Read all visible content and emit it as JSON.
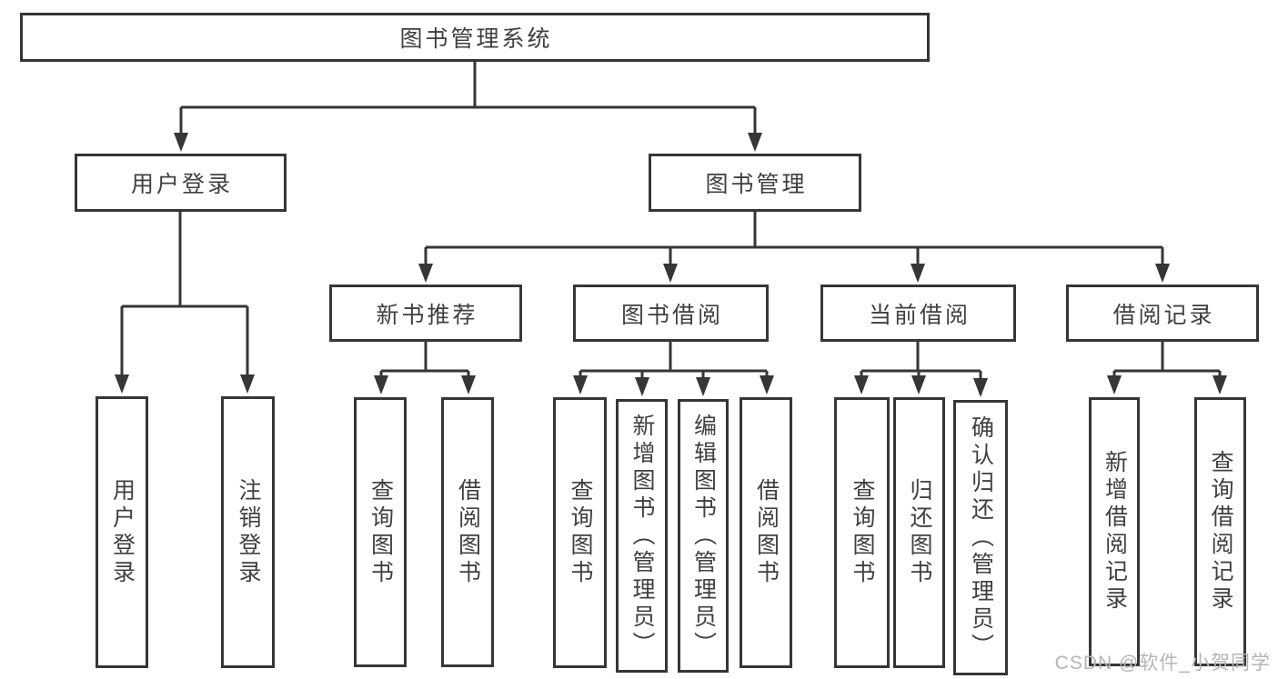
{
  "tree": {
    "root": {
      "label": "图书管理系统"
    },
    "login": {
      "label": "用户登录",
      "children": [
        {
          "label": "用户登录"
        },
        {
          "label": "注销登录"
        }
      ]
    },
    "mgmt": {
      "label": "图书管理",
      "groups": [
        {
          "label": "新书推荐",
          "children": [
            {
              "label": "查询图书"
            },
            {
              "label": "借阅图书"
            }
          ]
        },
        {
          "label": "图书借阅",
          "children": [
            {
              "label": "查询图书"
            },
            {
              "label": "新增图书（管理员）"
            },
            {
              "label": "编辑图书（管理员）"
            },
            {
              "label": "借阅图书"
            }
          ]
        },
        {
          "label": "当前借阅",
          "children": [
            {
              "label": "查询图书"
            },
            {
              "label": "归还图书"
            },
            {
              "label": "确认归还（管理员）"
            }
          ]
        },
        {
          "label": "借阅记录",
          "children": [
            {
              "label": "新增借阅记录"
            },
            {
              "label": "查询借阅记录"
            }
          ]
        }
      ]
    }
  },
  "watermark": {
    "text": "CSDN @软件_小贺同学"
  },
  "colors": {
    "line": "#363636",
    "box_border": "#363636",
    "box_background": "#ffffff",
    "text": "#404040",
    "watermark": "#b5b5b5",
    "page_background": "#ffffff"
  }
}
